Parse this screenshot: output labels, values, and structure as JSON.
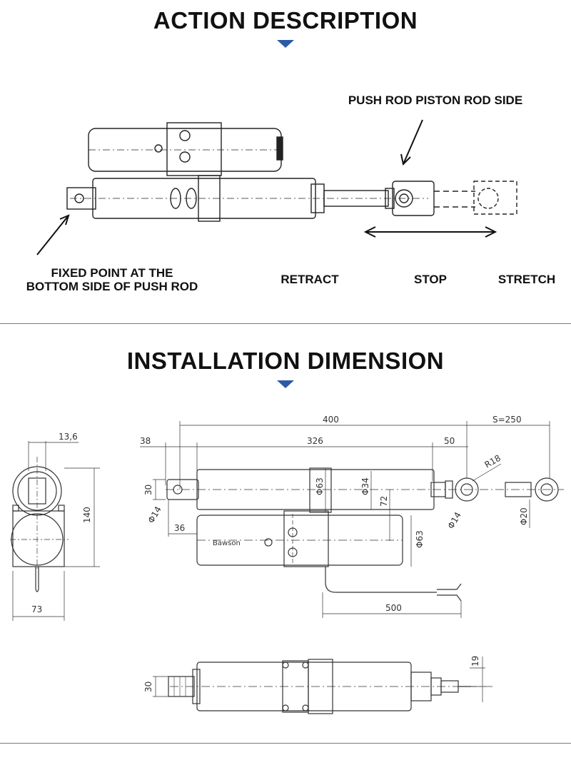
{
  "action": {
    "title": "ACTION DESCRIPTION",
    "labels": {
      "push_rod_side": "PUSH ROD PISTON ROD SIDE",
      "fixed_point_line1": "FIXED POINT AT THE",
      "fixed_point_line2": "BOTTOM SIDE OF PUSH ROD",
      "retract": "RETRACT",
      "stop": "STOP",
      "stretch": "STRETCH"
    }
  },
  "installation": {
    "title": "INSTALLATION DIMENSION",
    "side_view": {
      "dim_top": "13,6",
      "dim_height": "140",
      "dim_width": "73"
    },
    "front_view": {
      "overall": "400",
      "stroke": "S=250",
      "left_offset": "38",
      "body": "326",
      "rod_end": "50",
      "radius": "R18",
      "height_30": "30",
      "hole_left": "Φ14",
      "dia_63_top": "Φ63",
      "dia_34": "Φ34",
      "dim_72": "72",
      "dim_36": "36",
      "brand": "Bawson",
      "dia_63": "Φ63",
      "hole_right": "Φ14",
      "dia_20": "Φ20",
      "cable": "500"
    },
    "bottom_view": {
      "height_30": "30",
      "dim_19": "19"
    }
  }
}
